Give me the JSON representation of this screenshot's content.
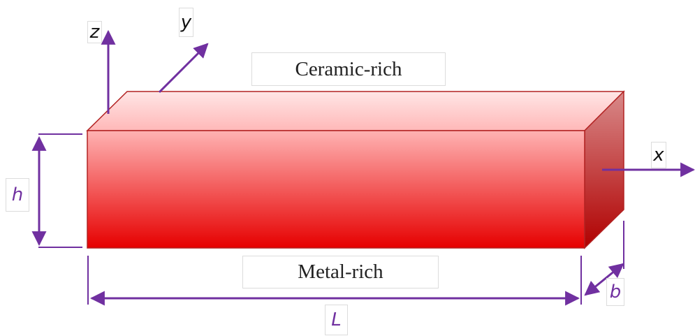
{
  "colors": {
    "axis": "#7030A0",
    "dimension": "#7030A0",
    "beam_front_top": "#FFB3B3",
    "beam_front_bottom": "#E60000",
    "beam_top": "#FFDADA",
    "beam_side": "#C62828",
    "beam_edge": "#B22222"
  },
  "labels": {
    "top_face": "Ceramic-rich",
    "bottom_face": "Metal-rich"
  },
  "axes": {
    "z": "z",
    "y": "y",
    "x": "x"
  },
  "dimensions": {
    "height": "h",
    "length": "L",
    "width": "b"
  }
}
